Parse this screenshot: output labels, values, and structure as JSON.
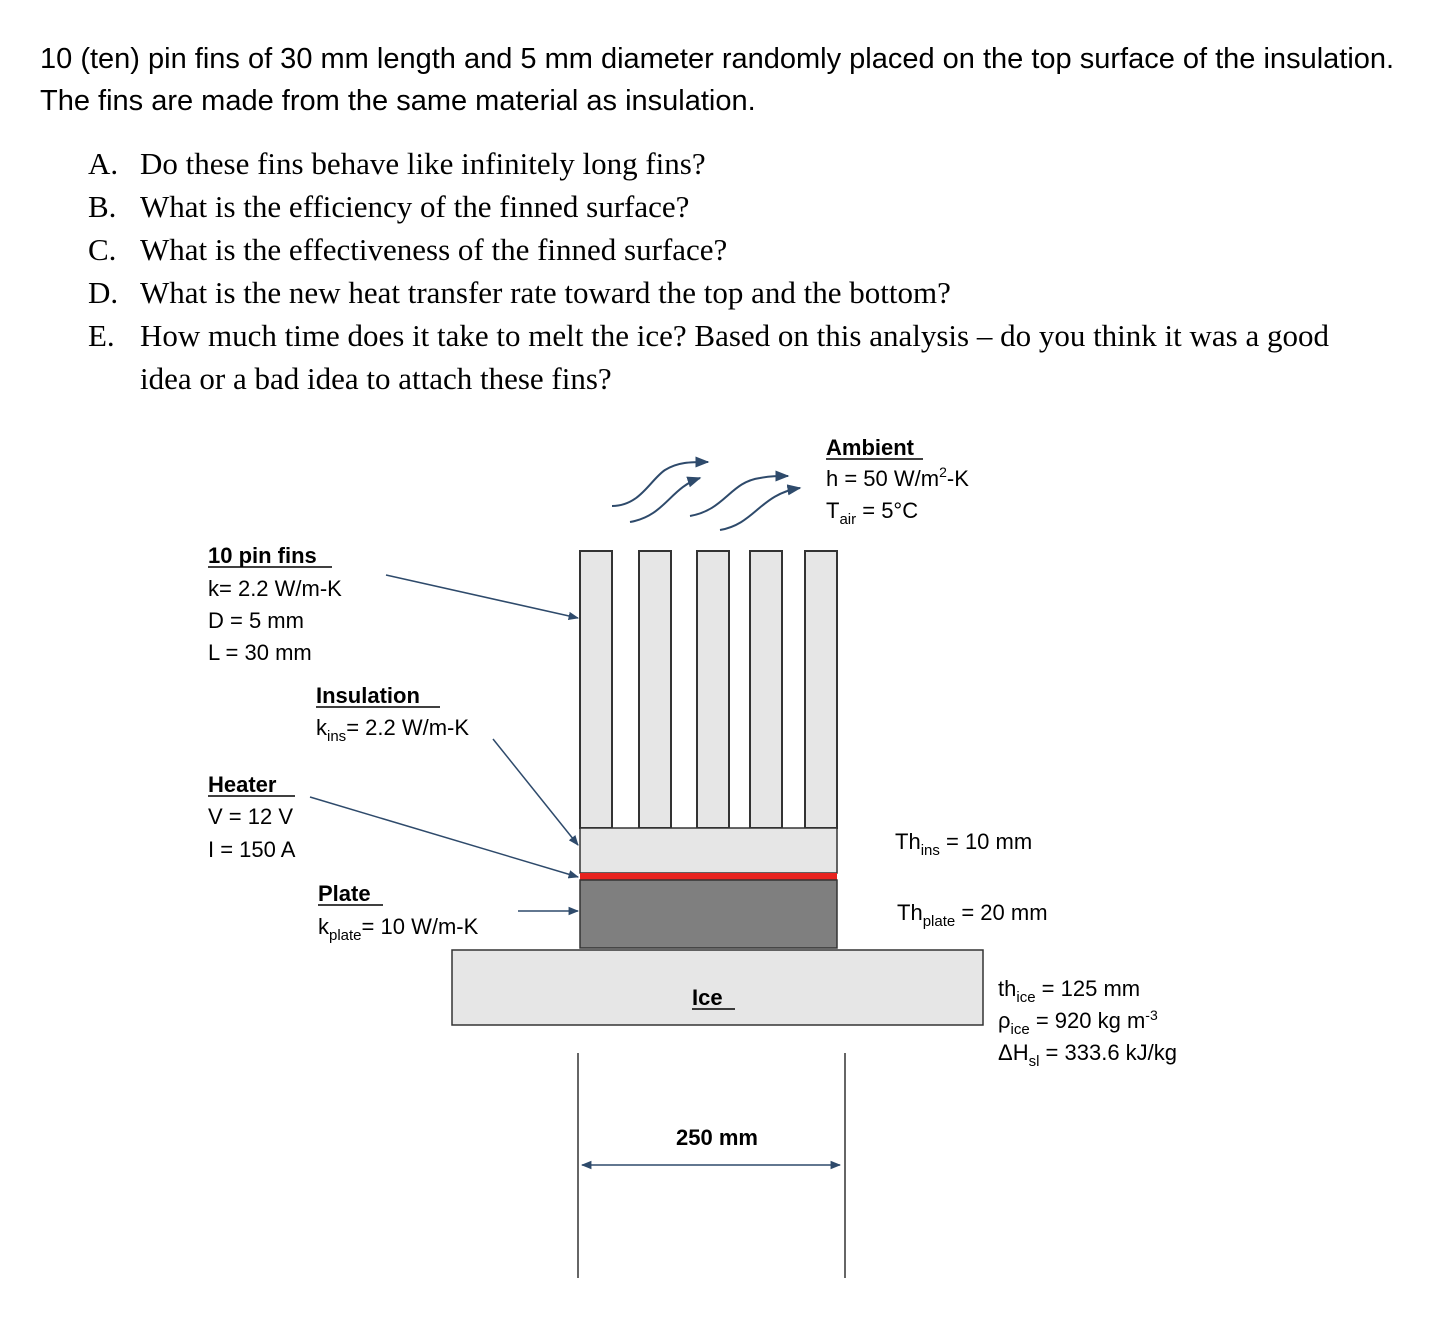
{
  "problem": {
    "intro": "10 (ten) pin fins of 30 mm length and 5 mm diameter randomly placed on the top surface of the insulation. The fins are made from the same material as insulation.",
    "questions": [
      {
        "letter": "A.",
        "text": "Do these fins behave like infinitely long fins?"
      },
      {
        "letter": "B.",
        "text": "What is the efficiency of the finned surface?"
      },
      {
        "letter": "C.",
        "text": "What is the effectiveness of the finned surface?"
      },
      {
        "letter": "D.",
        "text": "What is the new heat transfer rate toward the top and the bottom?"
      },
      {
        "letter": "E.",
        "text": "How much time does it take to melt the ice? Based on this analysis – do you think it was a good idea or a bad idea to attach these fins?"
      }
    ]
  },
  "diagram": {
    "ambient": {
      "title": "Ambient",
      "h": "h = 50 W/m",
      "h_sup": "2",
      "h_unit": "-K",
      "t_base": "T",
      "t_sub": "air",
      "t_val": " = 5°C"
    },
    "fins": {
      "title": "10 pin fins",
      "k": "k= 2.2 W/m-K",
      "d": "D = 5 mm",
      "l": "L = 30 mm"
    },
    "insulation": {
      "title": "Insulation",
      "k_base": "k",
      "k_sub": "ins",
      "k_val": "= 2.2 W/m-K"
    },
    "heater": {
      "title": "Heater",
      "v": "V = 12 V",
      "i": "I = 150 A"
    },
    "plate": {
      "title": "Plate",
      "k_base": "k",
      "k_sub": "plate",
      "k_val": "= 10 W/m-K"
    },
    "thickness_ins": {
      "base": "Th",
      "sub": "ins",
      "val": " = 10 mm"
    },
    "thickness_plate": {
      "base": "Th",
      "sub": "plate",
      "val": " = 20 mm"
    },
    "ice": {
      "label": "Ice",
      "th_base": "th",
      "th_sub": "ice",
      "th_val": " = 125 mm",
      "rho_base": "ρ",
      "rho_sub": "ice",
      "rho_val": " = 920 kg m",
      "rho_sup": "-3",
      "dh_base": "ΔH",
      "dh_sub": "sl",
      "dh_val": " = 333.6 kJ/kg"
    },
    "width": "250 mm",
    "colors": {
      "fin_fill": "#e6e6e6",
      "plate_fill": "#7f7f7f",
      "heater": "#e8231f",
      "arrow": "#2e4a6b",
      "outline": "#333333"
    }
  }
}
